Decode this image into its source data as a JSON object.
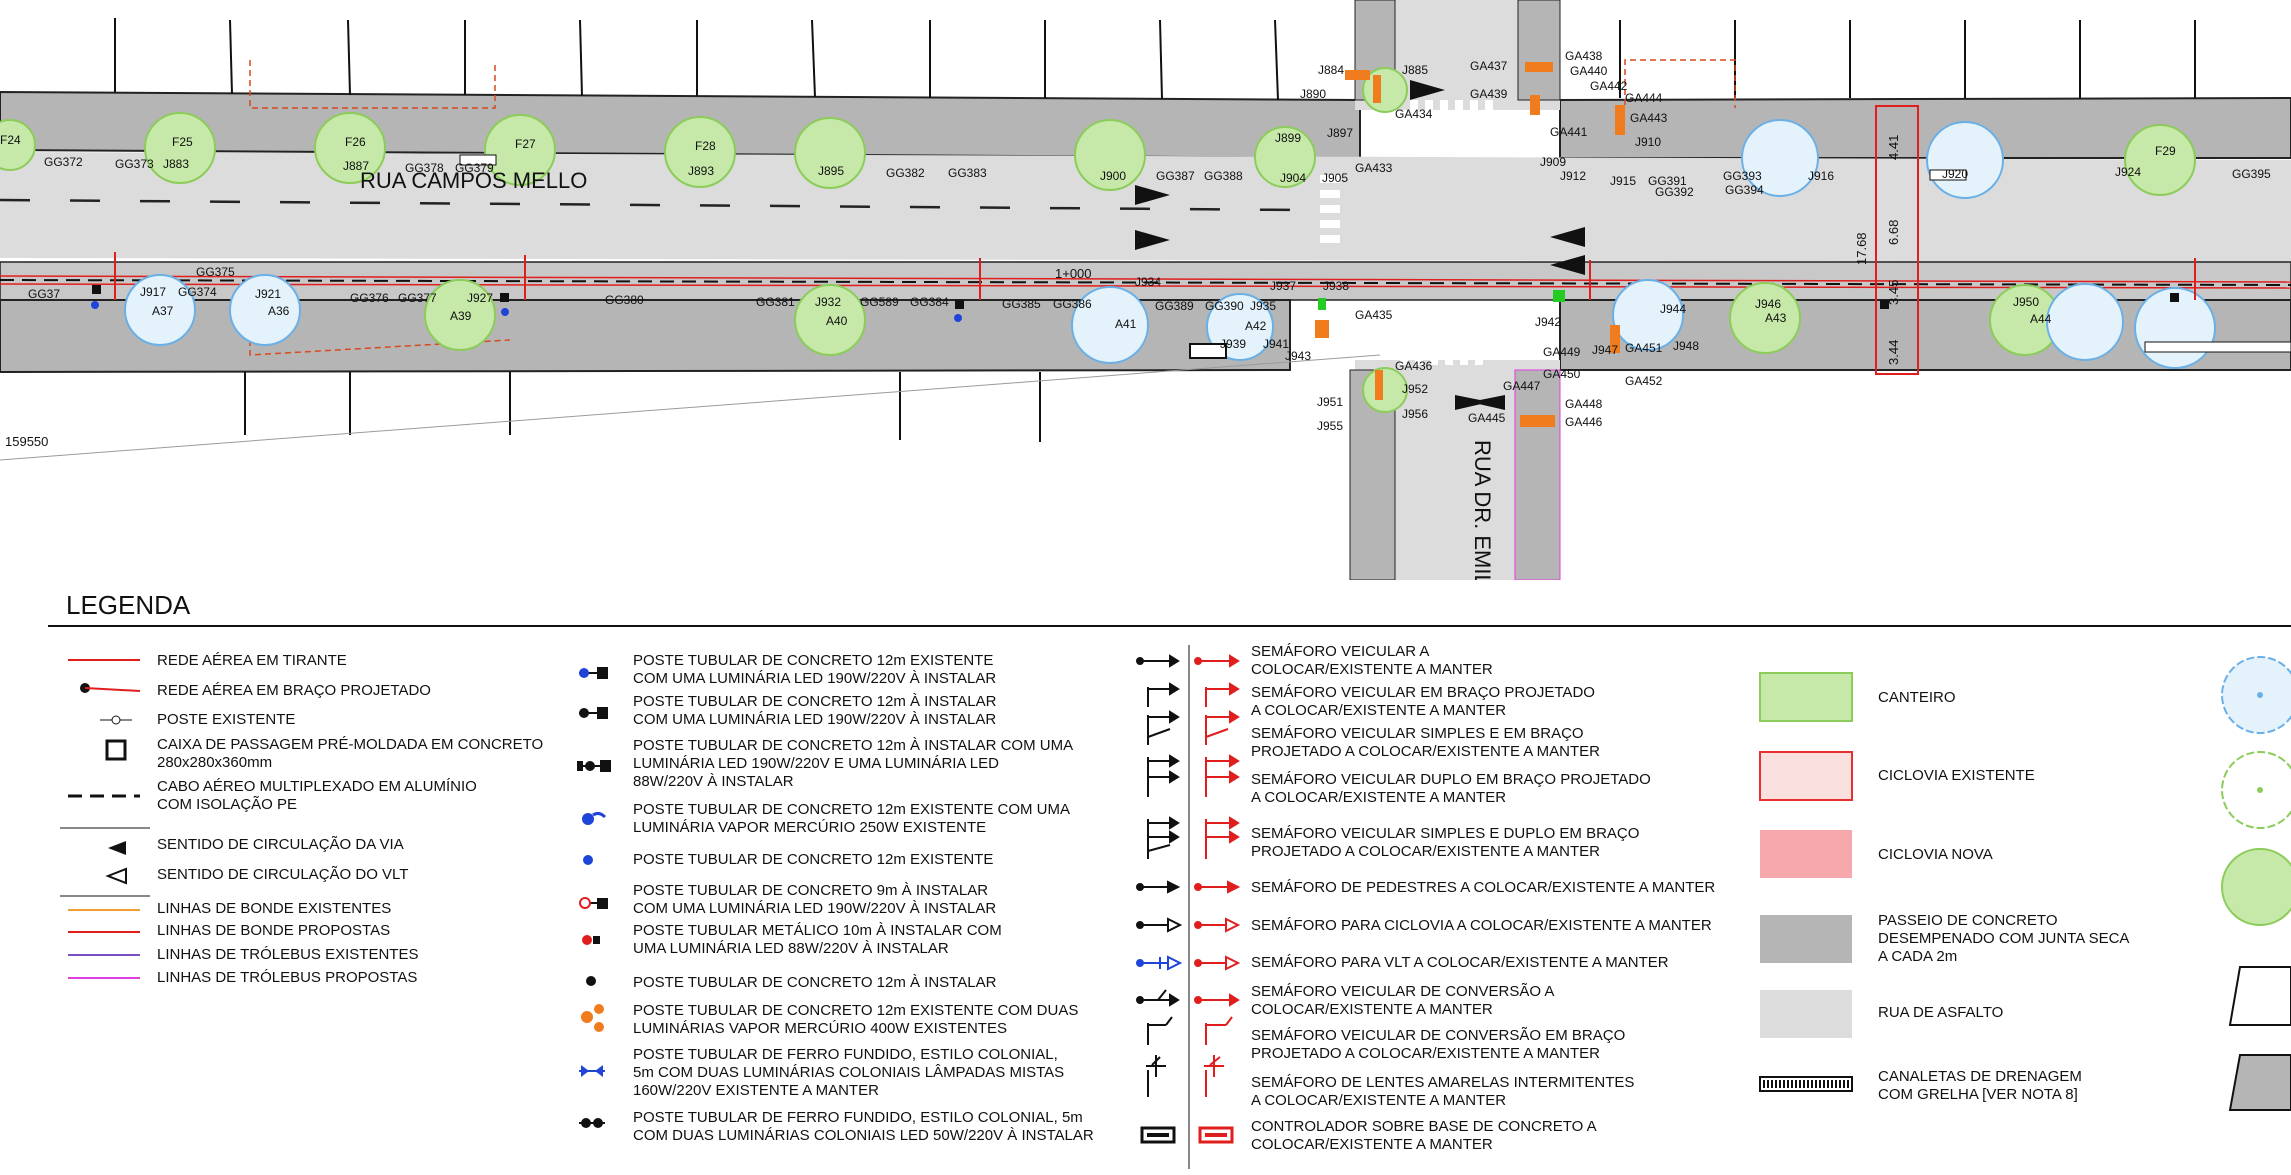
{
  "street_names": {
    "main": "RUA CAMPOS MELLO",
    "cross": "RUA DR. EMILIO RIBAS"
  },
  "station": "1+000",
  "coordinate": "159550",
  "dimensions": [
    "4.41",
    "6.68",
    "17.68",
    "3.45",
    "3.44"
  ],
  "tree_labels": [
    "F24",
    "F25",
    "F26",
    "F27",
    "F28",
    "F29",
    "A37",
    "A36",
    "A39",
    "A40",
    "A41",
    "A42",
    "A43",
    "A44"
  ],
  "pole_labels": [
    "GG372",
    "GG373",
    "J883",
    "J887",
    "GG378",
    "GG379",
    "J893",
    "J895",
    "GG382",
    "GG383",
    "J900",
    "GG387",
    "GG388",
    "J899",
    "J890",
    "J884",
    "J885",
    "J897",
    "J904",
    "J905",
    "GA434",
    "GA433",
    "GA437",
    "GA439",
    "GA438",
    "GA440",
    "GA442",
    "GA444",
    "GA443",
    "GA441",
    "J910",
    "J909",
    "J912",
    "J915",
    "GG391",
    "GG392",
    "GG393",
    "GG394",
    "J916",
    "J920",
    "J924",
    "GG395",
    "GG37",
    "J917",
    "GG375",
    "GG374",
    "J921",
    "GG376",
    "GG377",
    "J927",
    "GG380",
    "GG381",
    "J932",
    "GG589",
    "GG384",
    "GG385",
    "GG386",
    "J934",
    "GG389",
    "GG390",
    "J935",
    "J937",
    "J938",
    "GA435",
    "J939",
    "J941",
    "J943",
    "GA436",
    "J951",
    "J952",
    "J955",
    "J956",
    "J942",
    "GA449",
    "J947",
    "GA451",
    "J948",
    "J944",
    "J946",
    "J950",
    "GA447",
    "GA445",
    "GA450",
    "GA448",
    "GA446",
    "GA452"
  ],
  "legend": {
    "title": "LEGENDA",
    "col1": [
      "REDE AÉREA EM TIRANTE",
      "REDE AÉREA EM BRAÇO PROJETADO",
      "POSTE EXISTENTE",
      "CAIXA DE PASSAGEM PRÉ-MOLDADA EM CONCRETO\n280x280x360mm",
      "CABO AÉREO MULTIPLEXADO EM ALUMÍNIO\nCOM ISOLAÇÃO PE",
      "SENTIDO DE CIRCULAÇÃO DA VIA",
      "SENTIDO DE CIRCULAÇÃO DO VLT",
      "LINHAS DE BONDE EXISTENTES",
      "LINHAS DE BONDE PROPOSTAS",
      "LINHAS DE TRÓLEBUS EXISTENTES",
      "LINHAS DE TRÓLEBUS PROPOSTAS"
    ],
    "col2": [
      "POSTE TUBULAR DE CONCRETO 12m EXISTENTE\nCOM UMA LUMINÁRIA LED 190W/220V À INSTALAR",
      "POSTE TUBULAR DE CONCRETO 12m À INSTALAR\nCOM UMA LUMINÁRIA LED 190W/220V À INSTALAR",
      "POSTE TUBULAR DE CONCRETO 12m À INSTALAR COM UMA\nLUMINÁRIA LED 190W/220V E UMA LUMINÁRIA LED\n88W/220V À INSTALAR",
      "POSTE TUBULAR DE CONCRETO 12m EXISTENTE COM UMA\nLUMINÁRIA VAPOR MERCÚRIO 250W EXISTENTE",
      "POSTE TUBULAR DE CONCRETO 12m EXISTENTE",
      "POSTE TUBULAR DE CONCRETO 9m À INSTALAR\nCOM UMA LUMINÁRIA LED 190W/220V À INSTALAR",
      "POSTE TUBULAR METÁLICO 10m À INSTALAR COM\nUMA LUMINÁRIA LED 88W/220V À INSTALAR",
      "POSTE TUBULAR DE CONCRETO 12m À INSTALAR",
      "POSTE TUBULAR DE CONCRETO 12m EXISTENTE COM DUAS\nLUMINÁRIAS VAPOR MERCÚRIO 400W EXISTENTES",
      "POSTE TUBULAR DE FERRO FUNDIDO, ESTILO COLONIAL,\n5m COM DUAS LUMINÁRIAS COLONIAIS LÂMPADAS MISTAS\n160W/220V EXISTENTE A MANTER",
      "POSTE TUBULAR DE FERRO FUNDIDO, ESTILO COLONIAL, 5m\nCOM DUAS LUMINÁRIAS COLONIAIS LED 50W/220V À INSTALAR"
    ],
    "col3": [
      "SEMÁFORO VEICULAR A\nCOLOCAR/EXISTENTE A MANTER",
      "SEMÁFORO VEICULAR EM BRAÇO PROJETADO\nA COLOCAR/EXISTENTE A MANTER",
      "SEMÁFORO VEICULAR SIMPLES E EM BRAÇO\nPROJETADO A COLOCAR/EXISTENTE A MANTER",
      "SEMÁFORO VEICULAR DUPLO EM BRAÇO PROJETADO\nA COLOCAR/EXISTENTE A MANTER",
      "SEMÁFORO VEICULAR SIMPLES E DUPLO EM BRAÇO\nPROJETADO A COLOCAR/EXISTENTE A MANTER",
      "SEMÁFORO DE PEDESTRES A COLOCAR/EXISTENTE A MANTER",
      "SEMÁFORO PARA CICLOVIA A COLOCAR/EXISTENTE A MANTER",
      "SEMÁFORO PARA VLT A COLOCAR/EXISTENTE A MANTER",
      "SEMÁFORO VEICULAR DE CONVERSÃO A\nCOLOCAR/EXISTENTE A MANTER",
      "SEMÁFORO VEICULAR DE CONVERSÃO EM BRAÇO\nPROJETADO A COLOCAR/EXISTENTE A MANTER",
      "SEMÁFORO DE LENTES AMARELAS INTERMITENTES\nA COLOCAR/EXISTENTE A MANTER",
      "CONTROLADOR SOBRE BASE DE CONCRETO A\nCOLOCAR/EXISTENTE A MANTER"
    ],
    "col4": [
      "CANTEIRO",
      "CICLOVIA EXISTENTE",
      "CICLOVIA NOVA",
      "PASSEIO DE CONCRETO\nDESEMPENADO COM JUNTA SECA\nA CADA 2m",
      "RUA DE ASFALTO",
      "CANALETAS DE DRENAGEM\nCOM GRELHA [VER NOTA 8]"
    ]
  },
  "colors": {
    "sidewalk": "#b5b5b5",
    "asphalt": "#dcdcdc",
    "canteiro": "#8fd16a",
    "ciclovia_existente": "#e83030",
    "ciclovia_nova": "#f6a8ad",
    "tree_blue": "#6ab0e6",
    "tree_green": "#8ccc5a",
    "orange": "#f07c1e",
    "bonde_existente": "#f0a030",
    "bonde_proposta": "#e01e1e",
    "trolebus_existente": "#7b4fc4",
    "trolebus_proposta": "#e23de0"
  }
}
